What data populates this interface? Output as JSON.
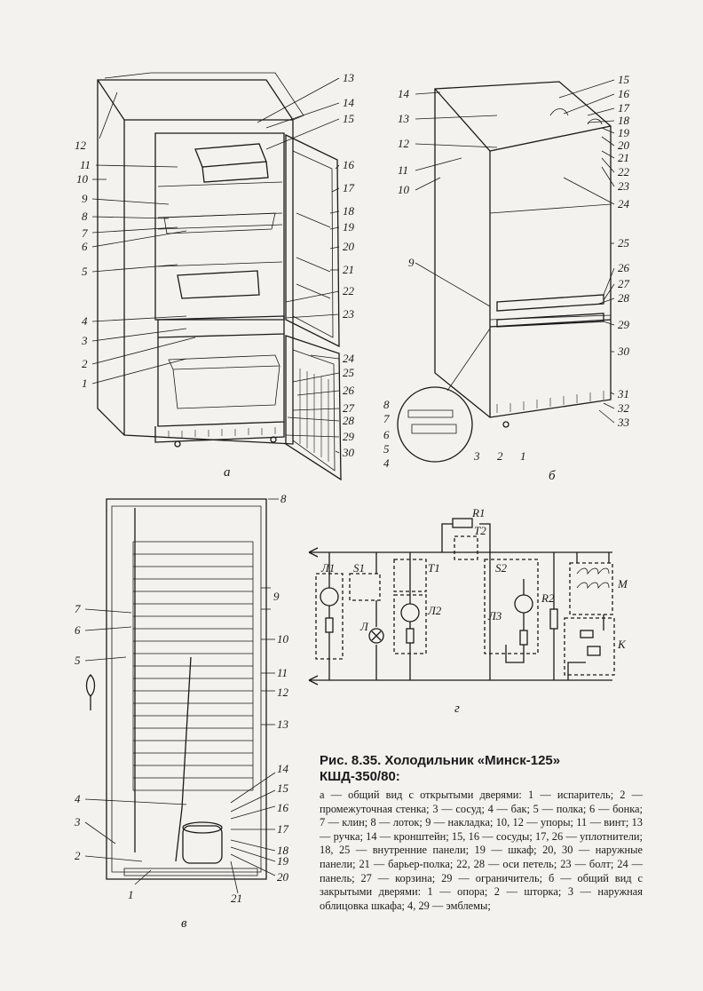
{
  "figure": {
    "panels": {
      "a": {
        "sublabel": "а",
        "callouts_left": [
          "12",
          "11",
          "10",
          "9",
          "8",
          "7",
          "6",
          "5",
          "4",
          "3",
          "2",
          "1"
        ],
        "callouts_right": [
          "13",
          "14",
          "15",
          "16",
          "17",
          "18",
          "19",
          "20",
          "21",
          "22",
          "23",
          "24",
          "25",
          "26",
          "27",
          "28",
          "29",
          "30"
        ]
      },
      "b": {
        "sublabel": "б",
        "callouts_left": [
          "14",
          "13",
          "12",
          "11",
          "10",
          "9"
        ],
        "callouts_right": [
          "15",
          "16",
          "17",
          "18",
          "19",
          "20",
          "21",
          "22",
          "23",
          "24",
          "25",
          "26",
          "27",
          "28",
          "29",
          "30",
          "31",
          "32",
          "33"
        ],
        "callouts_bottom": [
          "3",
          "2",
          "1"
        ],
        "callouts_detail": [
          "8",
          "7",
          "6",
          "5",
          "4"
        ]
      },
      "v": {
        "sublabel": "в",
        "callouts_left": [
          "7",
          "6",
          "5",
          "4",
          "3",
          "2",
          "1"
        ],
        "callouts_right": [
          "8",
          "9",
          "10",
          "11",
          "12",
          "13",
          "14",
          "15",
          "16",
          "17",
          "18",
          "19",
          "20",
          "21"
        ]
      },
      "g": {
        "sublabel": "г",
        "labels": [
          "R1",
          "T2",
          "Л1",
          "S1",
          "T1",
          "S2",
          "R2",
          "M",
          "Л",
          "Л2",
          "Л3",
          "K"
        ]
      }
    }
  },
  "caption": {
    "title": "Рис. 8.35. Холодильник «Минск-125» КШД-350/80:",
    "body": "а — общий вид с открытыми дверями: 1 — испаритель; 2 — промежуточная стенка; 3 — сосуд; 4 — бак; 5 — полка; 6 — бонка; 7 — клин; 8 — лоток; 9 — накладка; 10, 12 — упоры; 11 — винт; 13 — ручка; 14 — кронштейн; 15, 16 — сосуды; 17, 26 — уплотнители; 18, 25 — внутренние панели; 19 — шкаф; 20, 30 — наружные панели; 21 — барьер-полка; 22, 28 — оси петель; 23 — болт; 24 — панель; 27 — корзина; 29 — ограничитель; б — общий вид с закрытыми дверями: 1 — опора; 2 — шторка; 3 — наружная облицовка шкафа; 4, 29 — эмблемы;"
  }
}
